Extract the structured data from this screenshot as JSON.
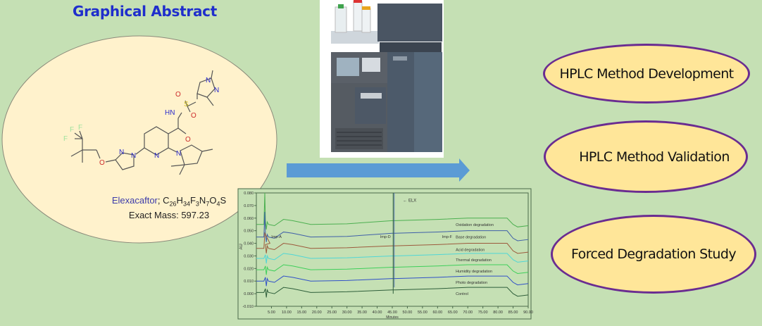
{
  "header": {
    "title": "Graphical Abstract"
  },
  "compound": {
    "name": "Elexacaftor",
    "separator": ";",
    "formula": "C26H34F3N7O4S",
    "formula_parts": [
      {
        "t": "C",
        "sub": "26"
      },
      {
        "t": "H",
        "sub": "34"
      },
      {
        "t": "F",
        "sub": "3"
      },
      {
        "t": "N",
        "sub": "7"
      },
      {
        "t": "O",
        "sub": "4"
      },
      {
        "t": "S",
        "sub": ""
      }
    ],
    "exact_mass_label": "Exact Mass: 597.23",
    "atom_labels": {
      "fluorines": [
        "F",
        "F",
        "F"
      ],
      "oxygen_ether": "O",
      "pyrazole_n": [
        "N",
        "N"
      ],
      "pyridine_n": "N",
      "pyrrolidine_n": "N",
      "amide_nh": "HN",
      "amide_o": "O",
      "sulfonyl_s": "S",
      "sulfonyl_o": [
        "O",
        "O"
      ],
      "methylpyrazole_n": [
        "N",
        "N"
      ]
    }
  },
  "instrument": {
    "icon": "hplc-instrument-image"
  },
  "arrow": {
    "icon": "right-arrow",
    "color": "#5b9bd5"
  },
  "ovals": [
    {
      "label": "HPLC Method Development"
    },
    {
      "label": "HPLC Method Validation"
    },
    {
      "label": "Forced Degradation Study"
    }
  ],
  "colors": {
    "background": "#c5e0b4",
    "left_ellipse_fill": "#fff2cc",
    "oval_fill": "#ffe699",
    "oval_border": "#6a2c91",
    "title": "#1f2ecc"
  },
  "chart_data": {
    "type": "line",
    "title": "",
    "xlabel": "Minutes",
    "ylabel": "AU",
    "xlim": [
      0,
      90
    ],
    "ylim": [
      -0.01,
      0.08
    ],
    "x_ticks": [
      "5.00",
      "10.00",
      "15.00",
      "20.00",
      "25.00",
      "30.00",
      "35.00",
      "40.00",
      "45.00",
      "50.00",
      "55.00",
      "60.00",
      "65.00",
      "70.00",
      "75.00",
      "80.00",
      "85.00",
      "90.00"
    ],
    "y_ticks": [
      "0.080",
      "0.070",
      "0.060",
      "0.050",
      "0.040",
      "0.030",
      "0.020",
      "0.010",
      "0.000",
      "-0.010"
    ],
    "annotations": [
      {
        "text": "ELX",
        "x": 45.3,
        "note": "main peak, arrow pointing left"
      },
      {
        "text": "Imp-A",
        "x": 4.5,
        "series": "Acid degradation"
      },
      {
        "text": "Imp-D",
        "x": 40.5,
        "series": "Acid degradation"
      },
      {
        "text": "Imp-F",
        "x": 61,
        "series": "Acid degradation"
      }
    ],
    "legend_position": "inline-right",
    "series": [
      {
        "name": "Oxidation degradation",
        "color": "#4caf50",
        "baseline_start": 0.055,
        "baseline_mid": 0.058,
        "baseline_end": 0.06,
        "end_drop": 0.053
      },
      {
        "name": "Base degradation",
        "color": "#3f5fa8",
        "baseline_start": 0.045,
        "baseline_mid": 0.048,
        "baseline_end": 0.05,
        "end_drop": 0.042
      },
      {
        "name": "Acid degradation",
        "color": "#9c5a3c",
        "baseline_start": 0.036,
        "baseline_mid": 0.038,
        "baseline_end": 0.04,
        "end_drop": 0.032
      },
      {
        "name": "Thermal degradation",
        "color": "#4fd6d6",
        "baseline_start": 0.028,
        "baseline_mid": 0.03,
        "baseline_end": 0.032,
        "end_drop": 0.025
      },
      {
        "name": "Humidity degradation",
        "color": "#3ecf5a",
        "baseline_start": 0.019,
        "baseline_mid": 0.021,
        "baseline_end": 0.023,
        "end_drop": 0.016
      },
      {
        "name": "Photo degradation",
        "color": "#3050c8",
        "baseline_start": 0.01,
        "baseline_mid": 0.012,
        "baseline_end": 0.014,
        "end_drop": 0.007
      },
      {
        "name": "Control",
        "color": "#2e5e3a",
        "baseline_start": 0.001,
        "baseline_mid": 0.003,
        "baseline_end": 0.005,
        "end_drop": -0.002
      }
    ]
  }
}
